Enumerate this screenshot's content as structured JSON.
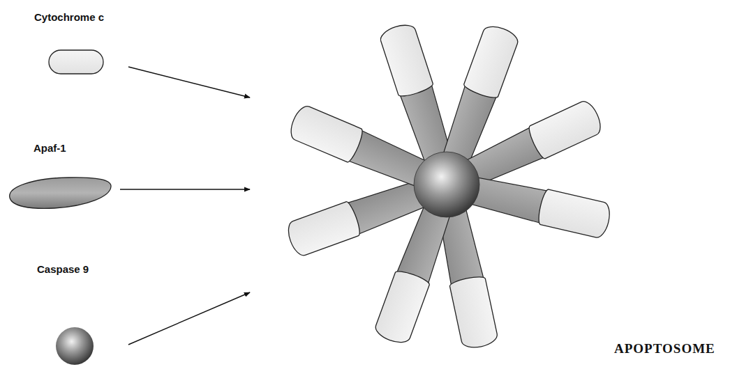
{
  "diagram": {
    "nodes": [
      {
        "text": [
          "Cytochrome c"
        ]
      },
      {
        "text": [
          "Apaf-1"
        ]
      },
      {
        "text": [
          "Caspase 9"
        ]
      },
      {
        "text": [
          "APOPTOSOME"
        ]
      }
    ],
    "edges": [
      {
        "from": 0,
        "to": 3,
        "arrow": "to"
      },
      {
        "from": 1,
        "to": 3,
        "arrow": "to"
      },
      {
        "from": 2,
        "to": 3,
        "arrow": "to"
      }
    ]
  }
}
